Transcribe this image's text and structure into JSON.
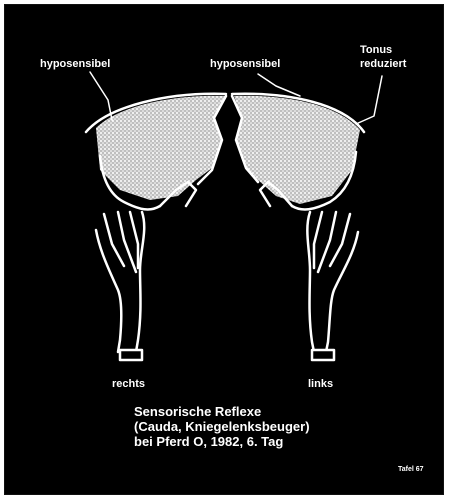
{
  "labels": {
    "left_hyposensibel": "hyposensibel",
    "center_hyposensibel": "hyposensibel",
    "tonus": [
      "Tonus",
      "reduziert"
    ],
    "rechts": "rechts",
    "links": "links"
  },
  "caption": [
    "Sensorische Reflexe",
    "(Cauda, Kniegelenksbeuger)",
    "bei Pferd O, 1982, 6. Tag"
  ],
  "plate": "Tafel 67",
  "colors": {
    "background": "#000000",
    "outline": "#ffffff",
    "shading": "#d9d9d9"
  }
}
